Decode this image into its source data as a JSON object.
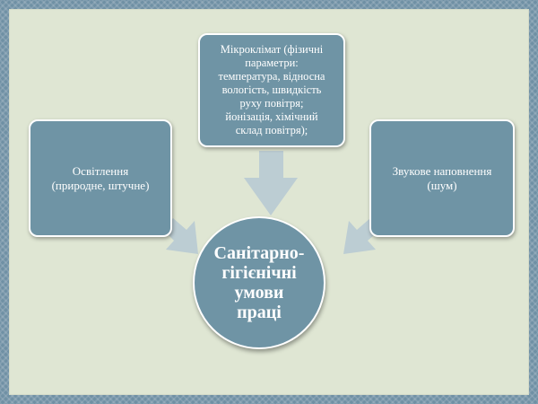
{
  "diagram": {
    "center": {
      "lines": [
        "Санітарно-",
        "гігієнічні",
        "умови",
        "праці"
      ]
    },
    "top_box": {
      "lines": [
        "Мікроклімат (фізичні",
        "параметри:",
        "температура, відносна",
        "вологість, швидкість",
        "руху повітря;",
        "йонізація, хімічний",
        "склад повітря);"
      ]
    },
    "left_box": {
      "lines": [
        "Освітлення",
        "(природне, штучне)"
      ]
    },
    "right_box": {
      "lines": [
        "Звукове наповнення",
        "(шум)"
      ]
    },
    "colors": {
      "node_fill": "#6f94a5",
      "node_border": "#ffffff",
      "arrow_fill": "#bccdd3",
      "slide_bg": "#dfe6d3",
      "frame_bg": "#6f90a4"
    }
  }
}
